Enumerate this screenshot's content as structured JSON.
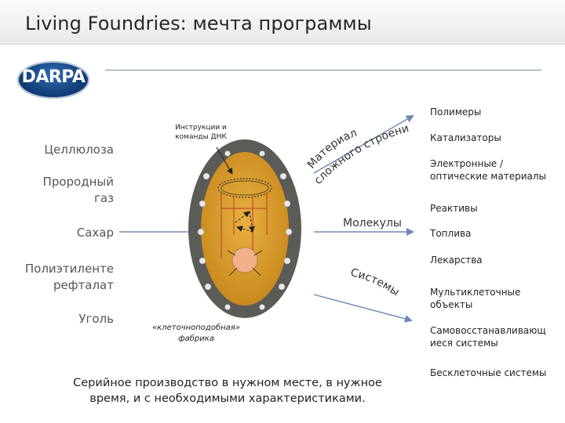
{
  "header": {
    "title": "Living Foundries: мечта программы",
    "logo_text": "DARPA"
  },
  "inputs": [
    "Целлюлоза",
    "Прородный газ",
    "Сахар",
    "Полиэтиленте рефталат",
    "Уголь"
  ],
  "diagram": {
    "dna_label": "Инструкции и команды ДНК",
    "factory_label": "«клеточноподобная» фабрика",
    "curved_label_line1": "Материал",
    "curved_label_line2": "сложного строения",
    "molecules_label": "Молекулы",
    "systems_label": "Системы"
  },
  "products": {
    "polymers": "Полимеры",
    "catalysts": "Катализаторы",
    "electronic": "Электронные / оптические материалы",
    "reagents": "Реактивы",
    "fuels": "Топлива",
    "drugs": "Лекарства",
    "multicell": "Мультиклеточные объекты",
    "selfrepair": "Самовосстанавливающиеся системы",
    "cellfree": "Бесклеточные системы"
  },
  "footer": {
    "text": "Серийное производство в нужном месте, в нужное время, и с необходимыми характеристиками."
  },
  "colors": {
    "cell_shell": "#5b5b57",
    "cell_inner": "#d89a25",
    "arrow": "#6e88b6",
    "red_lines": "#c0392b"
  }
}
